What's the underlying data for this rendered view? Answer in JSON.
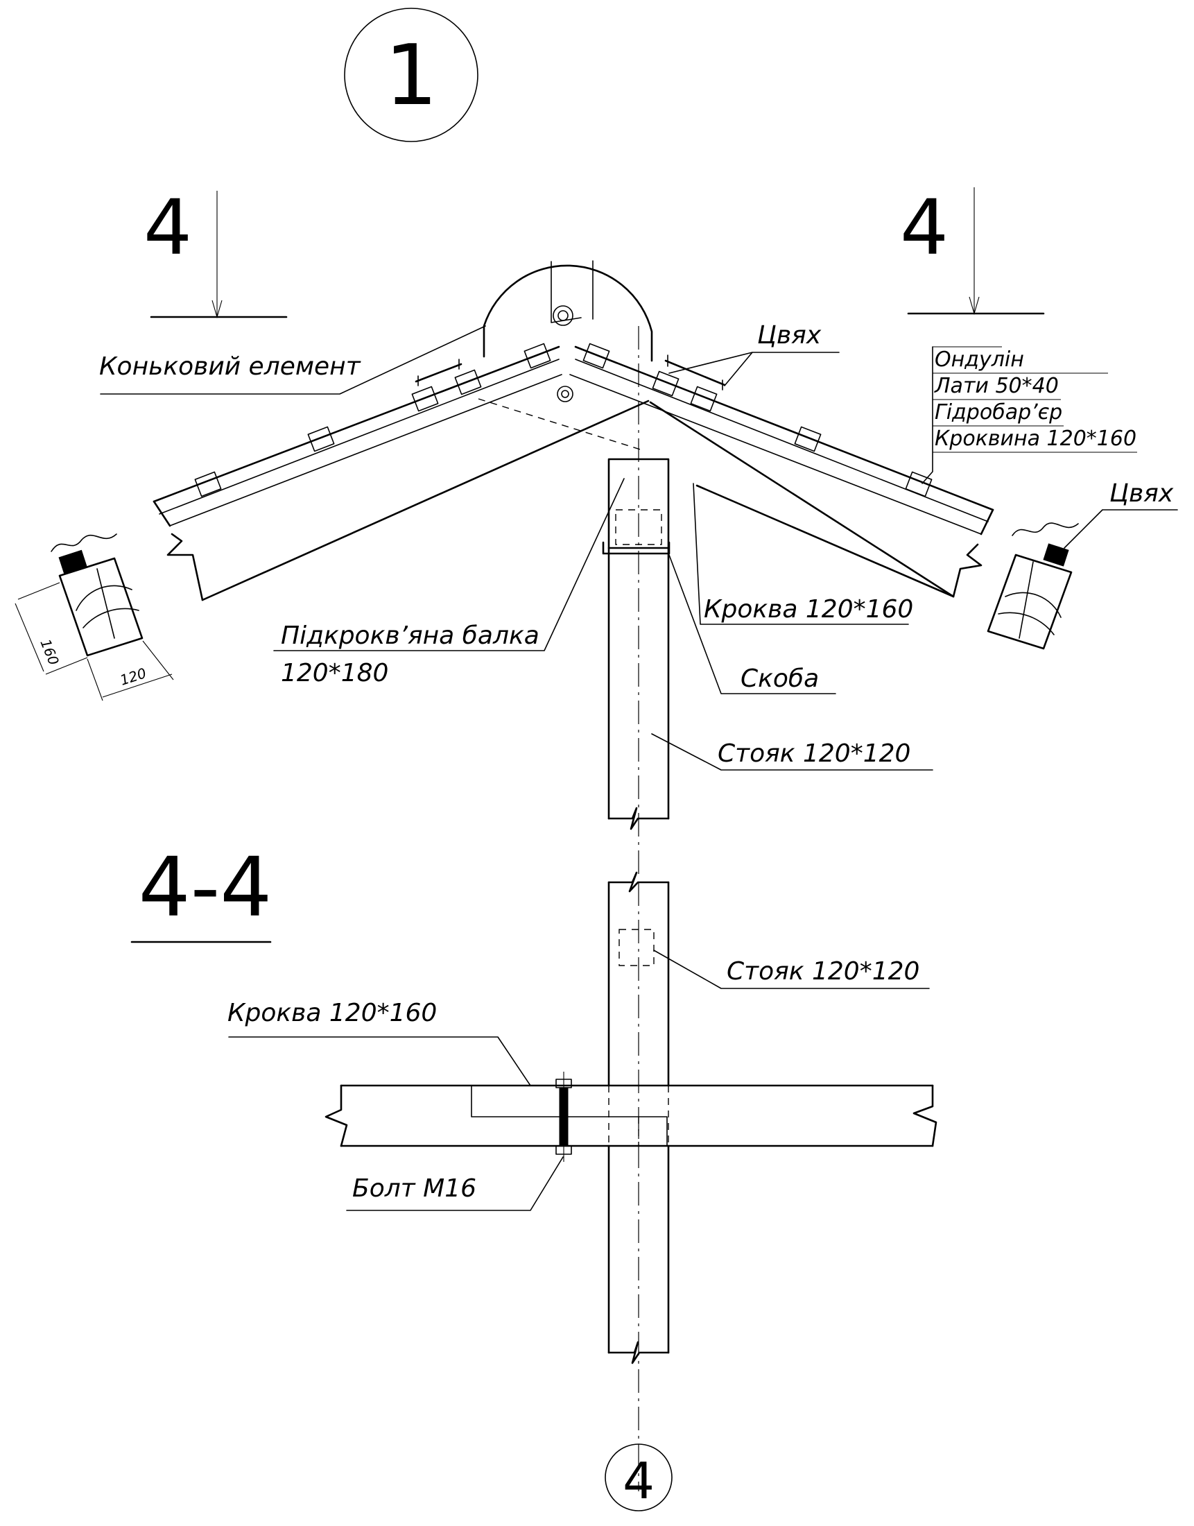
{
  "detail_number": "1",
  "section_marker_left": "4",
  "section_marker_right": "4",
  "section_title": "4-4",
  "axis_marker": "4",
  "labels": {
    "ridge": "Коньковий елемент",
    "nail_top": "Цвях",
    "nail_right": "Цвях",
    "layer_1": "Ондулін",
    "layer_2": "Лати 50*40",
    "layer_3": "Гідробар’єр",
    "layer_4": "Крокви​на 120*160",
    "purlin_1": "Підкрокв’яна балка",
    "purlin_2": "120*180",
    "rafter_top": "Кроква 120*160",
    "bracket": "Скоба",
    "post_top": "Стояк 120*120",
    "post_section": "Стояк 120*120",
    "rafter_section": "Кроква 120*160",
    "bolt": "Болт М16"
  },
  "dimensions": {
    "height": "160",
    "width": "120"
  }
}
